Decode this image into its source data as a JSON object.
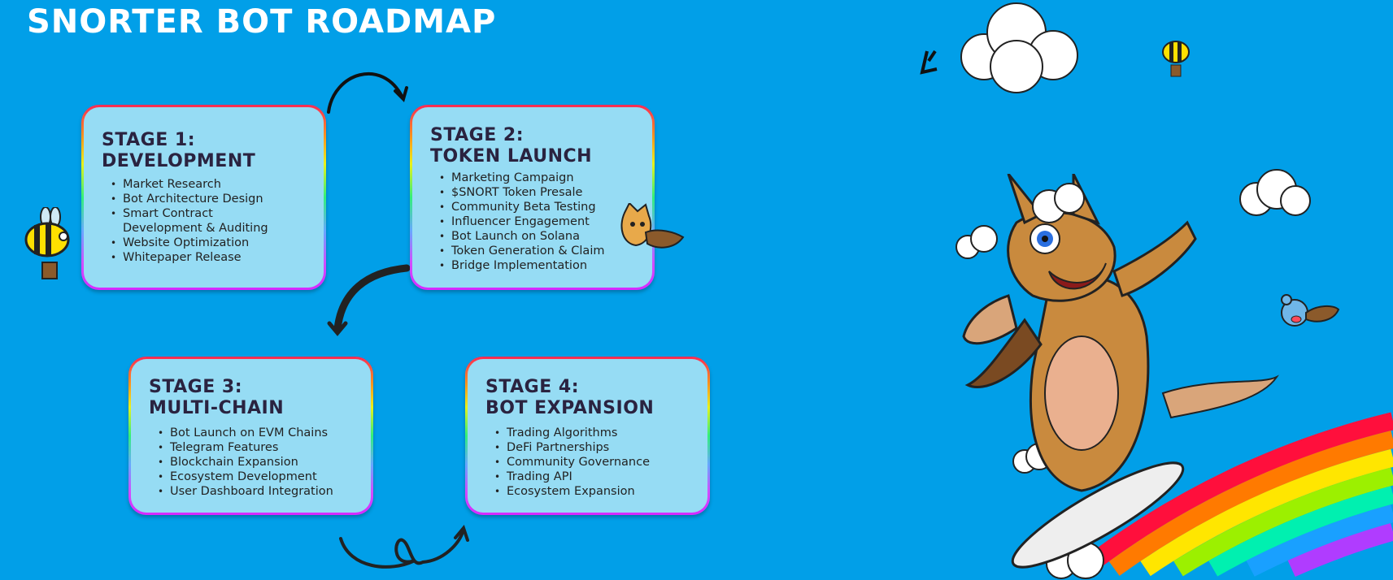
{
  "title": "Snorter Bot Roadmap",
  "stages": [
    {
      "label": "Stage 1:",
      "name": "Development",
      "items": [
        "Market Research",
        "Bot Architecture Design",
        "Smart Contract Development & Auditing",
        "Website Optimization",
        "Whitepaper Release"
      ]
    },
    {
      "label": "Stage 2:",
      "name": "Token Launch",
      "items": [
        "Marketing Campaign",
        "$SNORT Token Presale",
        "Community Beta Testing",
        "Influencer Engagement",
        "Bot Launch on Solana",
        "Token Generation & Claim",
        "Bridge Implementation"
      ]
    },
    {
      "label": "Stage 3:",
      "name": "Multi-Chain",
      "items": [
        "Bot Launch on EVM Chains",
        "Telegram Features",
        "Blockchain Expansion",
        "Ecosystem Development",
        "User Dashboard Integration"
      ]
    },
    {
      "label": "Stage 4:",
      "name": "Bot Expansion",
      "items": [
        "Trading Algorithms",
        "DeFi Partnerships",
        "Community Governance",
        "Trading API",
        "Ecosystem Expansion"
      ]
    }
  ],
  "colors": {
    "background": "#019fe8",
    "card": "#96dcf4",
    "heading": "#2a2340"
  }
}
